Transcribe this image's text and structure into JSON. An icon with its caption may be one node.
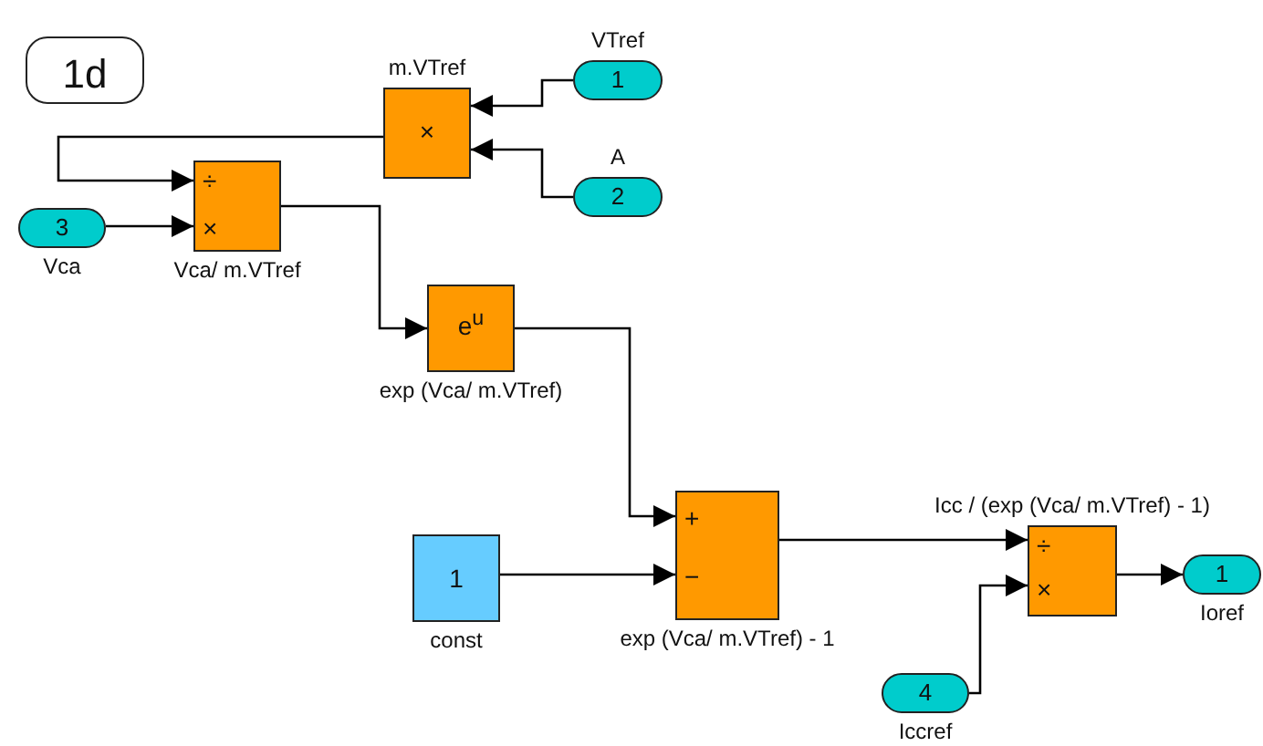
{
  "diagram": {
    "nodes": [
      {
        "text": [
          "1d"
        ]
      },
      {
        "text": [
          "×"
        ],
        "beside": [
          "m.VTref"
        ]
      },
      {
        "text": [
          "1"
        ],
        "beside": [
          "VTref"
        ]
      },
      {
        "text": [
          "2"
        ],
        "beside": [
          "A"
        ]
      },
      {
        "text": [
          "÷",
          "×"
        ],
        "beside": [
          "Vca/ m.VTref"
        ]
      },
      {
        "text": [
          "3"
        ],
        "beside": [
          "Vca"
        ]
      },
      {
        "text": [
          "e$^{u}$"
        ],
        "beside": [
          "exp (Vca/ m.VTref)"
        ]
      },
      {
        "text": [
          "1"
        ],
        "beside": [
          "const"
        ]
      },
      {
        "text": [
          "+",
          "−"
        ],
        "beside": [
          "exp (Vca/ m.VTref) - 1"
        ]
      },
      {
        "text": [
          "÷",
          "×"
        ],
        "beside": [
          "Icc / (exp (Vca/ m.VTref) - 1)"
        ]
      },
      {
        "text": [
          "1"
        ],
        "beside": [
          "Ioref"
        ]
      },
      {
        "text": [
          "4"
        ],
        "beside": [
          "Iccref"
        ]
      }
    ],
    "edges": [
      {
        "from": 2,
        "to": 1,
        "arrow": "to"
      },
      {
        "from": 3,
        "to": 1,
        "arrow": "to"
      },
      {
        "from": 1,
        "to": 4,
        "arrow": "to"
      },
      {
        "from": 5,
        "to": 4,
        "arrow": "to"
      },
      {
        "from": 4,
        "to": 6,
        "arrow": "to"
      },
      {
        "from": 6,
        "to": 8,
        "arrow": "to"
      },
      {
        "from": 7,
        "to": 8,
        "arrow": "to"
      },
      {
        "from": 8,
        "to": 9,
        "arrow": "to"
      },
      {
        "from": 11,
        "to": 9,
        "arrow": "to"
      },
      {
        "from": 9,
        "to": 10,
        "arrow": "to"
      }
    ]
  }
}
